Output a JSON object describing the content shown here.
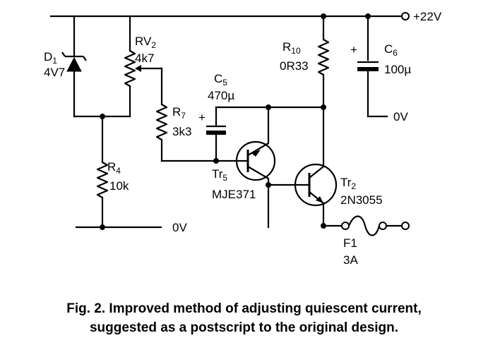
{
  "labels": {
    "vplus": "+22V",
    "d1_ref": "D",
    "d1_sub": "1",
    "d1_val": "4V7",
    "rv2_ref": "RV",
    "rv2_sub": "2",
    "rv2_val": "4k7",
    "r7_ref": "R",
    "r7_sub": "7",
    "r7_val": "3k3",
    "r4_ref": "R",
    "r4_sub": "4",
    "r4_val": "10k",
    "c5_ref": "C",
    "c5_sub": "5",
    "c5_val": "470µ",
    "c5_plus": "+",
    "r10_ref": "R",
    "r10_sub": "10",
    "r10_val": "0R33",
    "c6_ref": "C",
    "c6_sub": "6",
    "c6_val": "100µ",
    "c6_plus": "+",
    "c6_gnd": "0V",
    "tr5_ref": "Tr",
    "tr5_sub": "5",
    "tr5_part": "MJE371",
    "tr2_ref": "Tr",
    "tr2_sub": "2",
    "tr2_part": "2N3055",
    "gnd_left": "0V",
    "f1_ref": "F1",
    "f1_val": "3A"
  },
  "caption": {
    "line1": "Fig. 2. Improved method of adjusting quiescent current,",
    "line2": "suggested as a postscript to the original design."
  }
}
